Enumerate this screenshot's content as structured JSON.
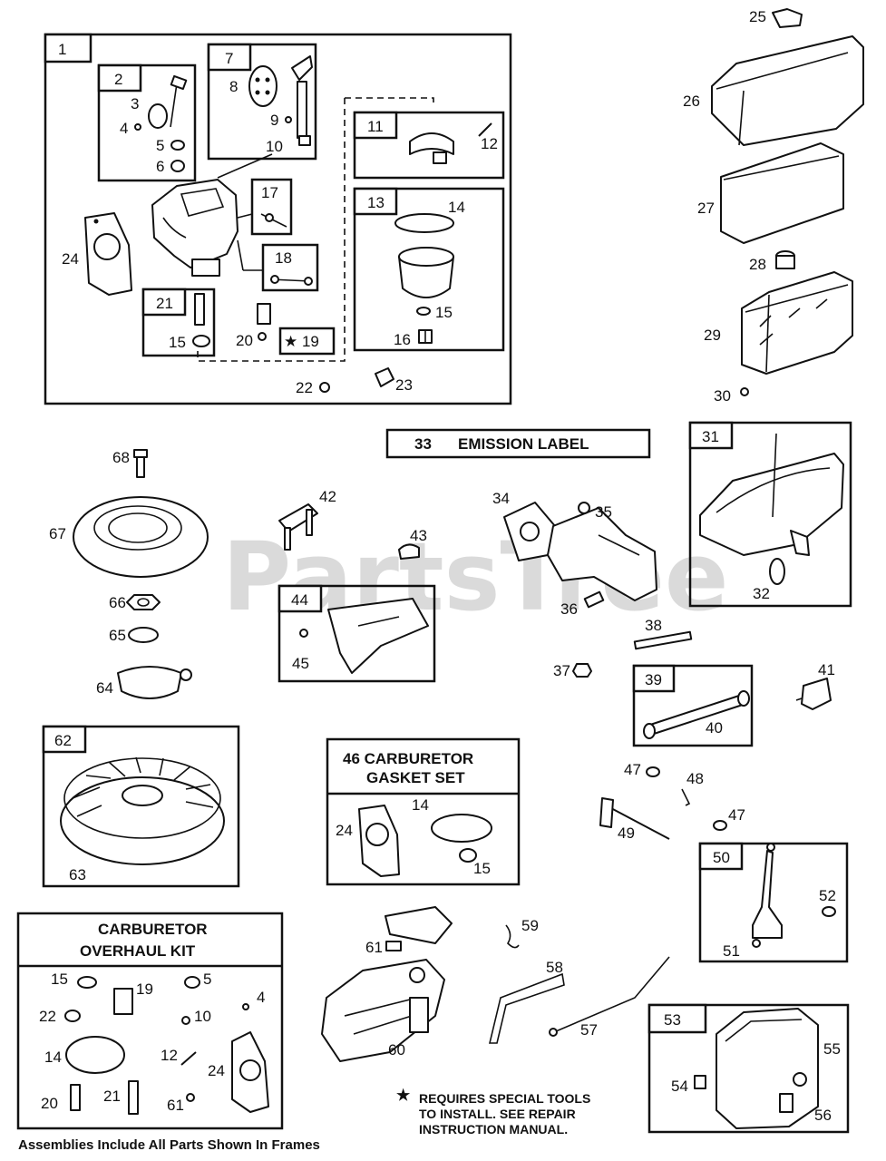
{
  "watermark": "PartsTree",
  "frames": {
    "f1": "1",
    "f2": "2",
    "f7": "7",
    "f11": "11",
    "f13": "13",
    "f17": "17",
    "f18": "18",
    "f21": "21",
    "f31": "31",
    "f39": "39",
    "f44": "44",
    "f50": "50",
    "f53": "53",
    "f62": "62"
  },
  "callouts": {
    "c3": "3",
    "c4": "4",
    "c5": "5",
    "c6": "6",
    "c8": "8",
    "c9": "9",
    "c10": "10",
    "c12": "12",
    "c14": "14",
    "c15a": "15",
    "c15b": "15",
    "c16": "16",
    "c19": "★ 19",
    "c20": "20",
    "c22": "22",
    "c23": "23",
    "c24": "24",
    "c25": "25",
    "c26": "26",
    "c27": "27",
    "c28": "28",
    "c29": "29",
    "c30": "30",
    "c32": "32",
    "c34": "34",
    "c35": "35",
    "c36": "36",
    "c37": "37",
    "c38": "38",
    "c40": "40",
    "c41": "41",
    "c42": "42",
    "c43": "43",
    "c45": "45",
    "c47a": "47",
    "c47b": "47",
    "c48": "48",
    "c49": "49",
    "c51": "51",
    "c52": "52",
    "c54": "54",
    "c55": "55",
    "c56": "56",
    "c57": "57",
    "c58": "58",
    "c59": "59",
    "c60": "60",
    "c61": "61",
    "c63": "63",
    "c64": "64",
    "c65": "65",
    "c66": "66",
    "c67": "67",
    "c68": "68"
  },
  "emission_label": {
    "number": "33",
    "text": "EMISSION LABEL"
  },
  "gasket_set": {
    "title_line1": "46  CARBURETOR",
    "title_line2": "GASKET SET",
    "c24": "24",
    "c14": "14",
    "c15": "15"
  },
  "overhaul_kit": {
    "title_line1": "CARBURETOR",
    "title_line2": "OVERHAUL KIT",
    "c15": "15",
    "c19": "19",
    "c5": "5",
    "c4": "4",
    "c22": "22",
    "c10": "10",
    "c14": "14",
    "c12": "12",
    "c24": "24",
    "c20": "20",
    "c21": "21",
    "c61": "61"
  },
  "footnote": {
    "star": "★",
    "line1": "REQUIRES SPECIAL TOOLS",
    "line2": "TO INSTALL.  SEE REPAIR",
    "line3": "INSTRUCTION MANUAL."
  },
  "footer": "Assemblies Include All Parts Shown In Frames"
}
